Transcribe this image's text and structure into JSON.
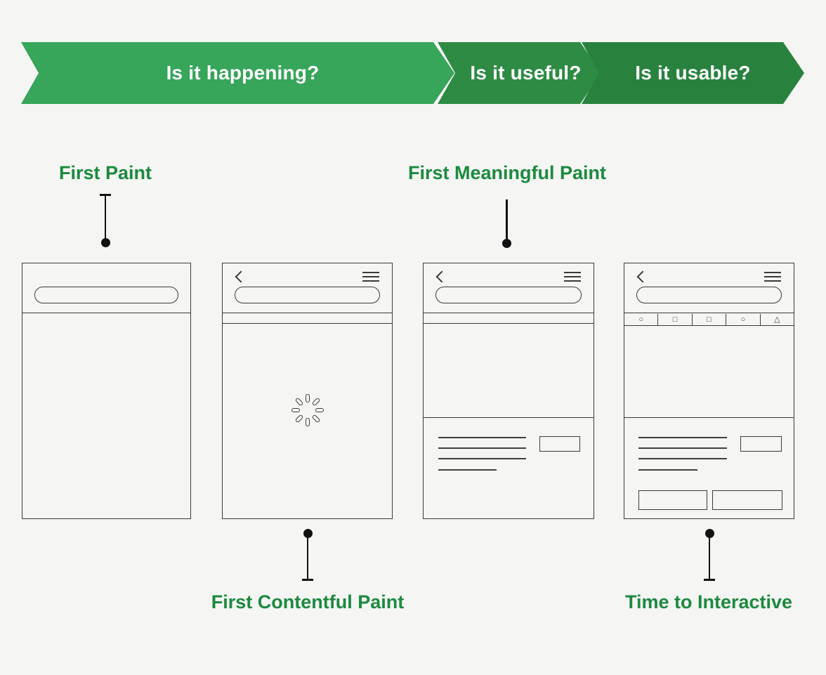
{
  "page": {
    "background": "#f5f5f3"
  },
  "banner": {
    "chevrons": [
      {
        "label": "Is it happening?",
        "color": "#37a55a"
      },
      {
        "label": "Is it useful?",
        "color": "#2e8b43"
      },
      {
        "label": "Is it usable?",
        "color": "#28823e"
      }
    ],
    "text_color": "#ffffff",
    "separator_color": "#ffffff"
  },
  "metrics": {
    "label_color": "#1b8a3f",
    "first_paint": "First Paint",
    "first_meaningful_paint": "First Meaningful Paint",
    "first_contentful_paint": "First Contentful Paint",
    "time_to_interactive": "Time to Interactive"
  },
  "icons": {
    "circle": "○",
    "square": "□",
    "triangle": "△"
  },
  "wireframe": {
    "stroke_color": "#3a3a3a"
  }
}
